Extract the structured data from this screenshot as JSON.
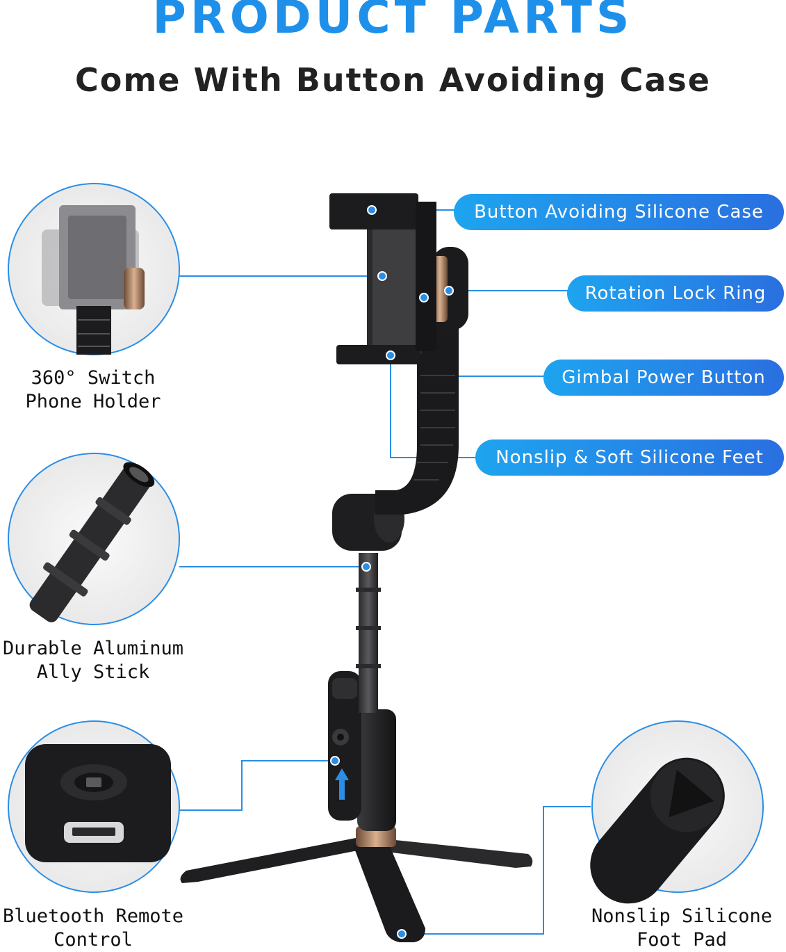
{
  "header": {
    "title": "PRODUCT PARTS",
    "subtitle": "Come With Button Avoiding Case"
  },
  "callouts": {
    "case": "Button Avoiding Silicone Case",
    "lock_ring": "Rotation Lock Ring",
    "power": "Gimbal Power Button",
    "feet": "Nonslip & Soft Silicone Feet"
  },
  "details": {
    "holder": "360° Switch\nPhone Holder",
    "stick": "Durable Aluminum\nAlly Stick",
    "remote": "Bluetooth Remote\nControl",
    "foot": "Nonslip Silicone\nFoot Pad"
  },
  "colors": {
    "accent": "#1e90ea",
    "accent_dark": "#2a6fe0",
    "product": "#1c1c1e"
  }
}
